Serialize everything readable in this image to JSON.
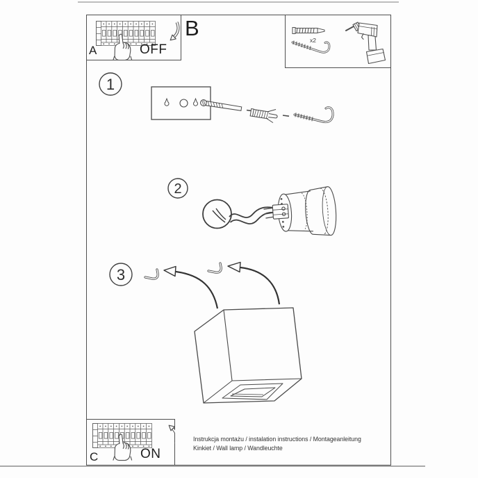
{
  "page": {
    "section_label": "B",
    "footer": {
      "line1": "Instrukcja montażu / instalation instructions / Montageanleitung",
      "line2": "Kinkiet / Wall lamp / Wandleuchte"
    }
  },
  "panel_a": {
    "label": "A",
    "switch_state": "OFF"
  },
  "panel_c": {
    "label": "C",
    "switch_state": "ON"
  },
  "tools": {
    "anchor_qty": "x2"
  },
  "steps": [
    {
      "number": "1"
    },
    {
      "number": "2"
    },
    {
      "number": "3"
    }
  ],
  "icons": [
    "circuit-breaker-panel-icon",
    "pointing-hand-icon",
    "curved-arrow-icon",
    "wall-anchor-icon",
    "hook-screw-icon",
    "cordless-drill-icon",
    "mounting-plate-icon",
    "keyhole-slot-icon",
    "mounting-screw-icon",
    "bulb-icon",
    "lamp-socket-icon",
    "swing-arrow-icon",
    "cube-lamp-icon"
  ],
  "colors": {
    "line_art": "#4f4f4f",
    "page_edge": "#bdbdbd",
    "text": "#1e1e1e",
    "background": "#fdfdfd"
  }
}
